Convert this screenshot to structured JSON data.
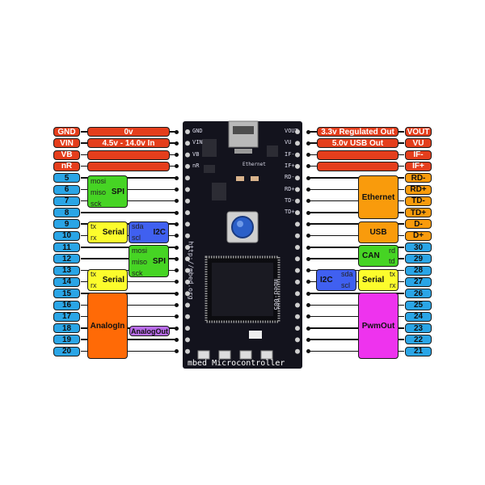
{
  "left_pins": [
    {
      "num": "GND",
      "power": "0v",
      "color": "red"
    },
    {
      "num": "VIN",
      "power": "4.5v - 14.0v In",
      "color": "red"
    },
    {
      "num": "VB",
      "power": "",
      "color": "red"
    },
    {
      "num": "nR",
      "power": "",
      "color": "red"
    },
    {
      "num": "5",
      "color": "blue"
    },
    {
      "num": "6",
      "color": "blue"
    },
    {
      "num": "7",
      "color": "blue"
    },
    {
      "num": "8",
      "color": "blue"
    },
    {
      "num": "9",
      "color": "blue"
    },
    {
      "num": "10",
      "color": "blue"
    },
    {
      "num": "11",
      "color": "blue"
    },
    {
      "num": "12",
      "color": "blue"
    },
    {
      "num": "13",
      "color": "blue"
    },
    {
      "num": "14",
      "color": "blue"
    },
    {
      "num": "15",
      "color": "blue"
    },
    {
      "num": "16",
      "color": "blue"
    },
    {
      "num": "17",
      "color": "blue"
    },
    {
      "num": "18",
      "color": "blue"
    },
    {
      "num": "19",
      "color": "blue"
    },
    {
      "num": "20",
      "color": "blue"
    }
  ],
  "right_pins": [
    {
      "num": "VOUT",
      "power": "3.3v Regulated Out",
      "color": "red"
    },
    {
      "num": "VU",
      "power": "5.0v USB Out",
      "color": "red"
    },
    {
      "num": "IF-",
      "power": "",
      "color": "red"
    },
    {
      "num": "IF+",
      "power": "",
      "color": "red"
    },
    {
      "num": "RD-",
      "color": "orange"
    },
    {
      "num": "RD+",
      "color": "orange"
    },
    {
      "num": "TD-",
      "color": "orange"
    },
    {
      "num": "TD+",
      "color": "orange"
    },
    {
      "num": "D-",
      "color": "orange"
    },
    {
      "num": "D+",
      "color": "orange"
    },
    {
      "num": "30",
      "color": "blue"
    },
    {
      "num": "29",
      "color": "blue"
    },
    {
      "num": "28",
      "color": "blue"
    },
    {
      "num": "27",
      "color": "blue"
    },
    {
      "num": "26",
      "color": "blue"
    },
    {
      "num": "25",
      "color": "blue"
    },
    {
      "num": "24",
      "color": "blue"
    },
    {
      "num": "23",
      "color": "blue"
    },
    {
      "num": "22",
      "color": "blue"
    },
    {
      "num": "21",
      "color": "blue"
    }
  ],
  "functions": {
    "spi_top": {
      "label": "SPI",
      "signals": [
        "mosi",
        "miso",
        "sck"
      ]
    },
    "serial_left_top": {
      "label": "Serial",
      "signals": [
        "tx",
        "rx"
      ]
    },
    "i2c_left": {
      "label": "I2C",
      "signals": [
        "sda",
        "scl"
      ]
    },
    "spi_mid": {
      "label": "SPI",
      "signals": [
        "mosi",
        "miso",
        "sck"
      ]
    },
    "serial_left_bottom": {
      "label": "Serial",
      "signals": [
        "tx",
        "rx"
      ]
    },
    "analogin": {
      "label": "AnalogIn"
    },
    "analogout": {
      "label": "AnalogOut"
    },
    "ethernet": {
      "label": "Ethernet"
    },
    "usb": {
      "label": "USB"
    },
    "can": {
      "label": "CAN",
      "signals": [
        "rd",
        "td"
      ]
    },
    "i2c_right": {
      "label": "I2C",
      "signals": [
        "sda",
        "scl"
      ]
    },
    "serial_right": {
      "label": "Serial",
      "signals": [
        "tx",
        "rx"
      ]
    },
    "pwmout": {
      "label": "PwmOut"
    }
  },
  "board": {
    "bottom_label": "mbed Microcontroller",
    "side_text": "http://mbed.org",
    "chip_text": "mbed-005",
    "pin_labels_left": [
      "GND",
      "VIN",
      "VB",
      "nR"
    ],
    "pin_labels_right": [
      "VOUT",
      "VU",
      "IF-",
      "IF+",
      "RD-",
      "RD+",
      "TD-",
      "TD+"
    ],
    "connector_label": "Ethernet"
  }
}
